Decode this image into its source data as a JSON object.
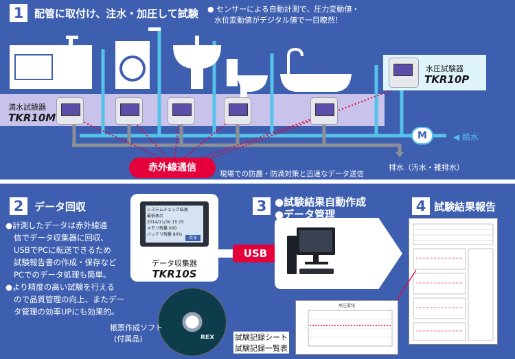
{
  "section1": {
    "number": "1",
    "title": "配管に取付け、注水・加圧して試験",
    "note_line1": "● センサーによる自動計測で、圧力変動値・",
    "note_line2": "水位変動値がデジタル値で一目瞭然！"
  },
  "full_water_tester": {
    "name": "満水試験器",
    "model": "TKR10M"
  },
  "water_pressure_tester": {
    "name": "水圧試験器",
    "model": "TKR10P"
  },
  "meter_symbol": "M",
  "water_supply": "◀ 給水",
  "drainage": "排水（汚水・雑排水）",
  "infrared": "赤外線通信",
  "site_note": "現場での防塵・防滴対策と迅速なデータ送信",
  "section2": {
    "number": "2",
    "title": "データ回収",
    "lines": [
      "●計測したデータは赤外線通",
      "信でデータ収集器に回収、",
      "USBでPCに転送できるため",
      "試験報告書の作成・保存など",
      "PCでのデータ処理も簡単。",
      "●より精度の高い試験を行える",
      "ので品質管理の向上、またデー",
      "タ管理の効率UPにも効果的。"
    ]
  },
  "collector": {
    "name": "データ収集器",
    "model": "TKR10S",
    "screen_lines": [
      "システムチェック結果",
      "最低表示",
      "2014/11/30  15:15",
      "メモリ残量  000",
      "バッテリ残量  80%"
    ],
    "screen_button": "戻る"
  },
  "usb": "USB",
  "section3": {
    "number": "3",
    "line1": "●試験結果自動作成",
    "line2": "●データ管理"
  },
  "section4": {
    "number": "4",
    "title": "試験結果報告"
  },
  "software": {
    "line1": "帳票作成ソフト",
    "line2": "(付属品)",
    "disc_brand": "REX"
  },
  "records": {
    "line1": "試験記録シート",
    "line2": "試験記録一覧表"
  },
  "mini_chart": {
    "title": "水圧変化"
  },
  "colors": {
    "panel": "#3e5fb0",
    "accent_red": "#e4003a",
    "pipe_light": "#55c2ea",
    "pipe_gray": "#8c8f96",
    "band": "#c9c2ea"
  }
}
